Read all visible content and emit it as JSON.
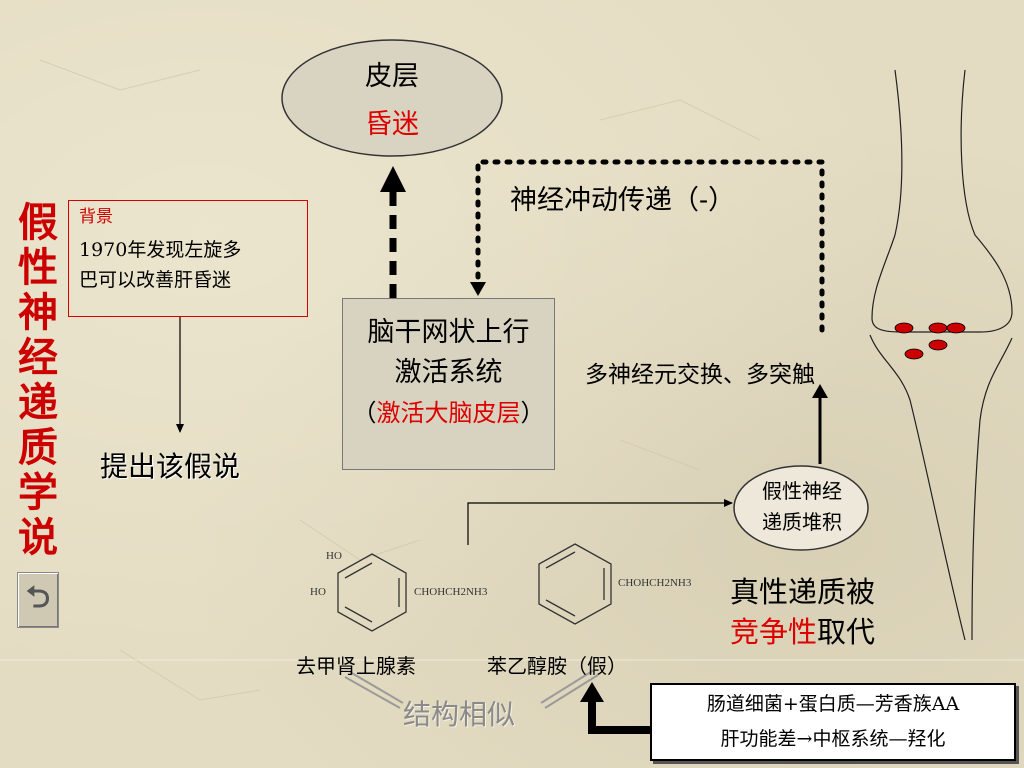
{
  "title": "假性神经递质学说",
  "background_box": {
    "heading": "背景",
    "text_line1": "1970年发现左旋多",
    "text_line2": "巴可以改善肝昏迷"
  },
  "proposal": "提出该假说",
  "cortex": {
    "label": "皮层",
    "state": "昏迷"
  },
  "brainstem_box": {
    "line1": "脑干网状上行",
    "line2": "激活系统",
    "open_paren": "（",
    "highlight": "激活大脑皮层",
    "close_paren": "）"
  },
  "impulse_label": "神经冲动传递（-）",
  "multi_neuron_label": "多神经元交换、多突触",
  "accumulation": {
    "line1": "假性神经",
    "line2": "递质堆积"
  },
  "true_transmitter": {
    "line1": "真性递质被",
    "highlight": "竞争性",
    "line2_rest": "取代"
  },
  "chemicals": {
    "ho_top": "HO",
    "ho_left": "HO",
    "chain1": "CHOHCH2NH3",
    "chain2": "CHOHCH2NH3",
    "name1": "去甲肾上腺素",
    "name2": "苯乙醇胺（假）"
  },
  "similarity_label": "结构相似",
  "gut_box": {
    "line1": "肠道细菌+蛋白质—芳香族AA",
    "line2": "肝功能差→中枢系统—羟化"
  },
  "back_button": {
    "icon": "u-turn-back-icon",
    "glyph": "⮌"
  },
  "colors": {
    "accent_red": "#cc0000",
    "background": "#e4dcc2",
    "vesicle": "#cc0000"
  }
}
